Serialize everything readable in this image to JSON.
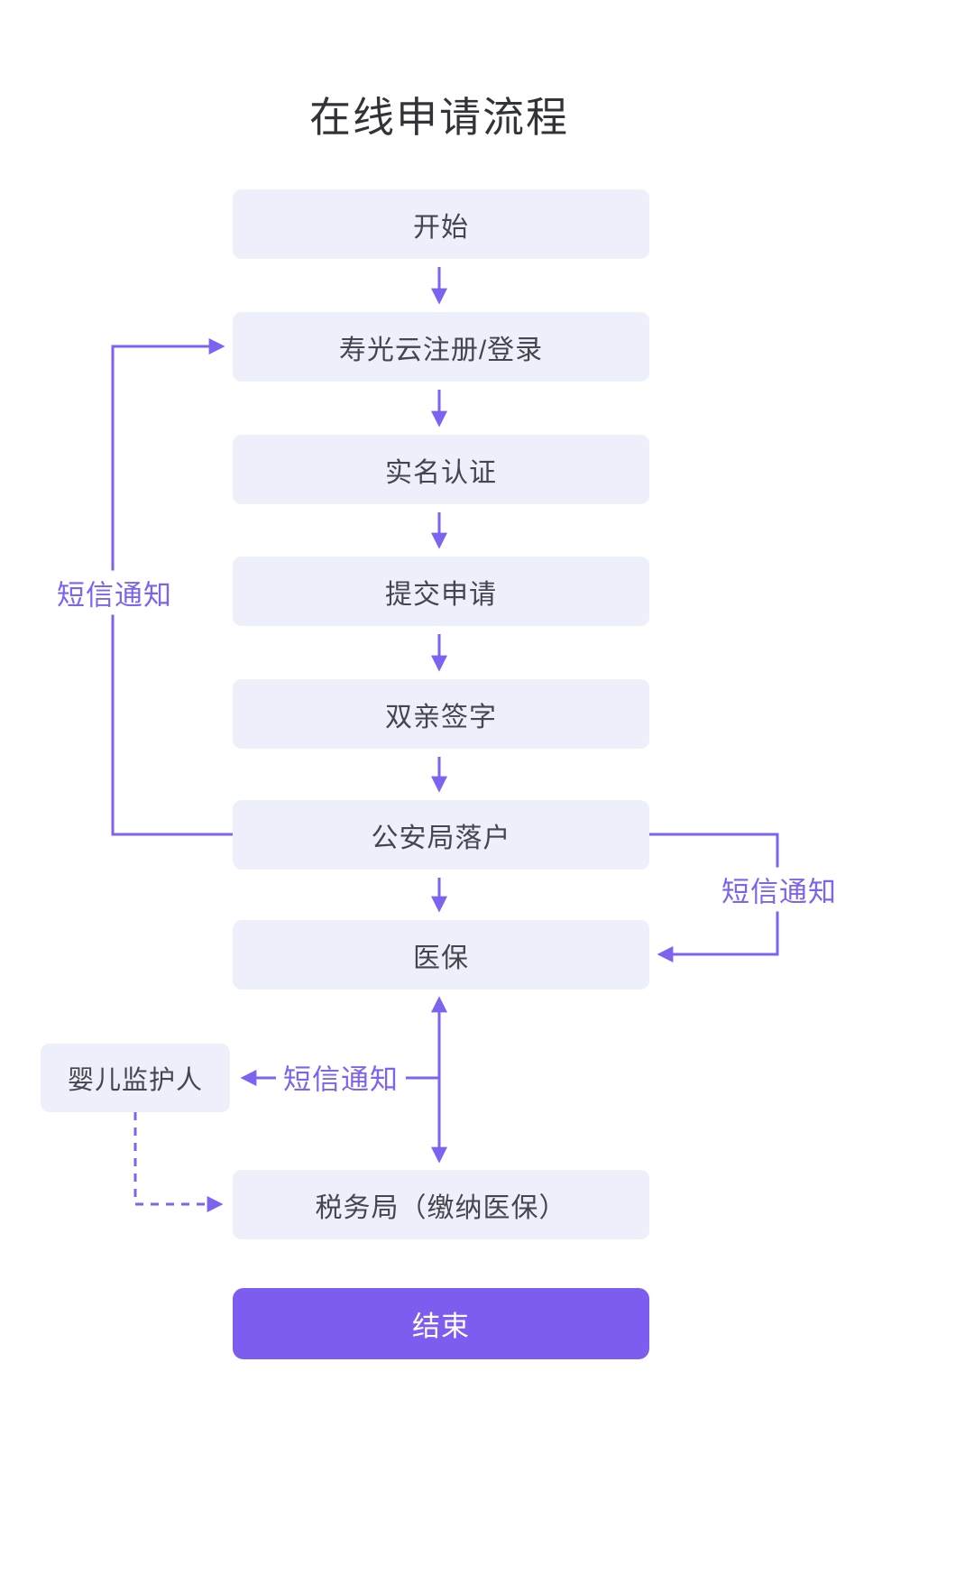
{
  "title": "在线申请流程",
  "colors": {
    "accent": "#7E62F0",
    "node_fill": "#EDEFFA",
    "end_fill": "#7D5CF0",
    "node_text": "#45464C"
  },
  "nodes": [
    {
      "label": "开始"
    },
    {
      "label": "寿光云注册/登录"
    },
    {
      "label": "实名认证"
    },
    {
      "label": "提交申请"
    },
    {
      "label": "双亲签字"
    },
    {
      "label": "公安局落户"
    },
    {
      "label": "医保"
    },
    {
      "label": "税务局（缴纳医保）"
    },
    {
      "label": "结束"
    }
  ],
  "side": {
    "guardian": {
      "label": "婴儿监护人"
    }
  },
  "labels": {
    "sms_left": "短信通知",
    "sms_right": "短信通知",
    "sms_middle": "短信通知"
  }
}
